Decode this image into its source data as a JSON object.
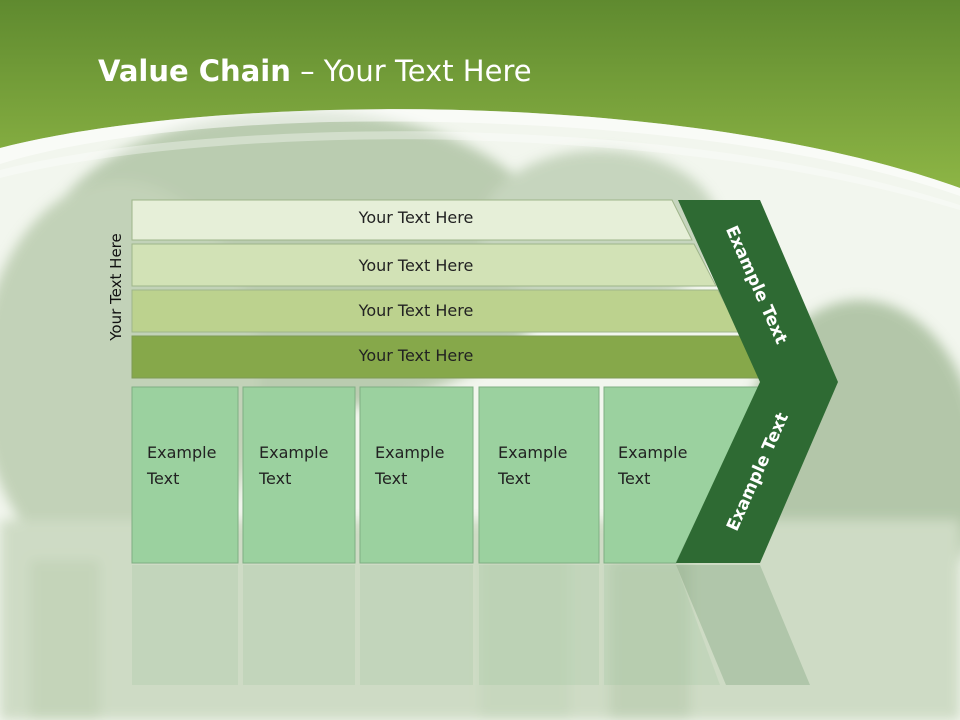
{
  "title": {
    "bold": "Value Chain",
    "rest": " – Your Text Here"
  },
  "side_label": "Your Text Here",
  "rows": [
    {
      "label": "Your Text Here"
    },
    {
      "label": "Your Text Here"
    },
    {
      "label": "Your Text Here"
    },
    {
      "label": "Your Text Here"
    }
  ],
  "columns": [
    {
      "line1": "Example",
      "line2": "Text"
    },
    {
      "line1": "Example",
      "line2": "Text"
    },
    {
      "line1": "Example",
      "line2": "Text"
    },
    {
      "line1": "Example",
      "line2": "Text"
    },
    {
      "line1": "Example",
      "line2": "Text"
    }
  ],
  "chevron": {
    "upper": "Example Text",
    "lower": "Example Text"
  },
  "colors": {
    "header": "#7aa23c",
    "row1": "#e6efd8",
    "row2": "#d2e2b6",
    "row3": "#bcd28e",
    "row4": "#86a84a",
    "column": "#9bd19f",
    "chevron": "#2e6a33"
  }
}
